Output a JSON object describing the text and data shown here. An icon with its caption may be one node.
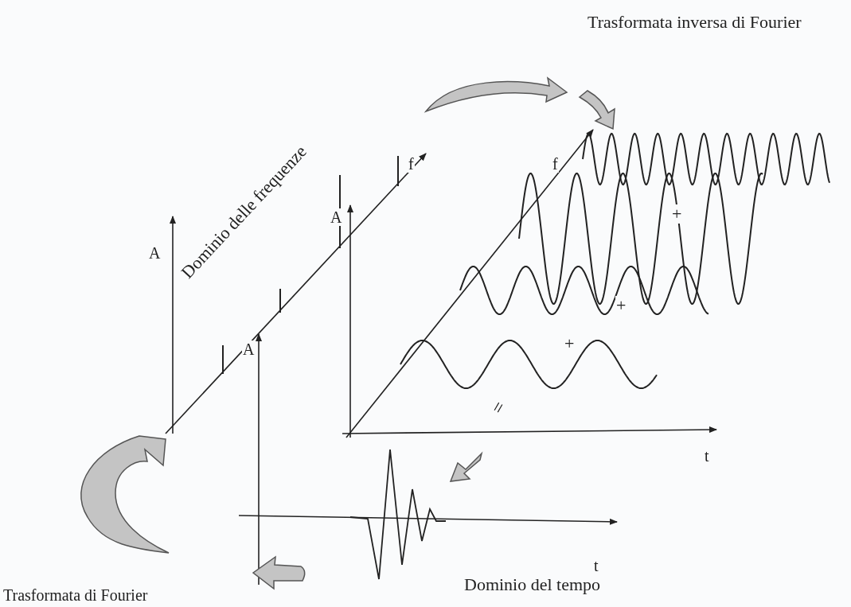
{
  "diagram": {
    "labels": [
      "Trasformata inversa di Fourier",
      "Dominio delle frequenze",
      "f",
      "f",
      "A",
      "A",
      "+",
      "+",
      "+",
      "A",
      "=",
      "t",
      "t",
      "Dominio del tempo",
      "Trasformata di Fourier"
    ]
  }
}
